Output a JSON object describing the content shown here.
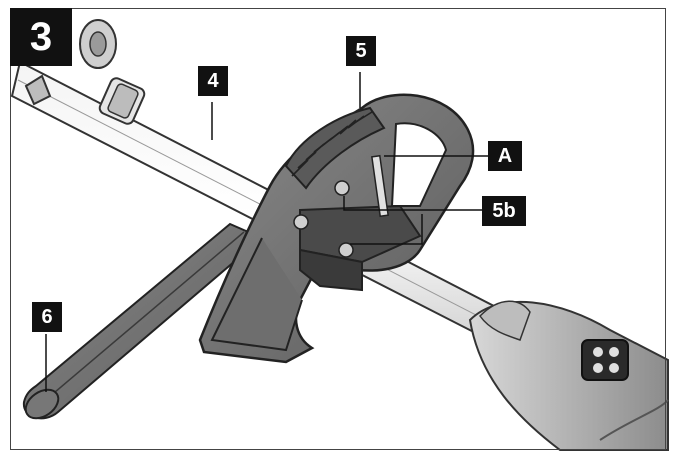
{
  "figure": {
    "step_number": "3",
    "callouts": {
      "label_4": "4",
      "label_5": "5",
      "label_A": "A",
      "label_5b": "5b",
      "label_6": "6"
    }
  }
}
